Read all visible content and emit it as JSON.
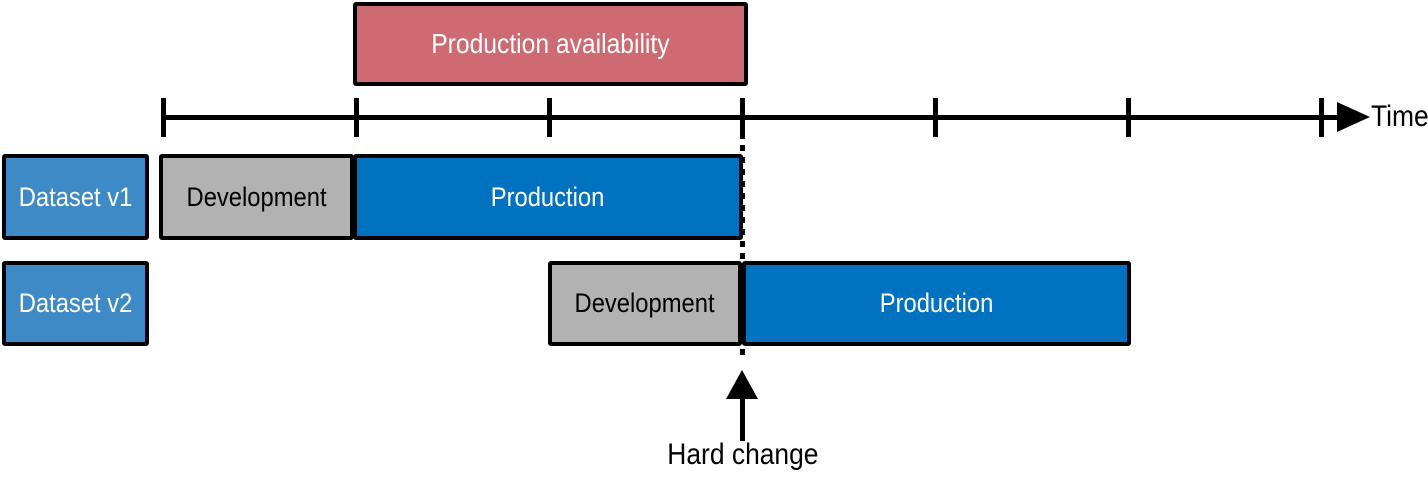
{
  "diagram": {
    "availability_box": {
      "label": "Production availability",
      "aligns_with": "Dataset v1 Production phase"
    },
    "time_axis": {
      "label": "Time",
      "tick_count": 7,
      "arrow_icon": "right-arrowhead"
    },
    "rows": [
      {
        "label": "Dataset v1",
        "phases": [
          {
            "label": "Development",
            "span_ticks": [
              0,
              1
            ]
          },
          {
            "label": "Production",
            "span_ticks": [
              1,
              3
            ]
          }
        ]
      },
      {
        "label": "Dataset v2",
        "phases": [
          {
            "label": "Development",
            "span_ticks": [
              2,
              3
            ]
          },
          {
            "label": "Production",
            "span_ticks": [
              3,
              5
            ]
          }
        ]
      }
    ],
    "hard_change": {
      "label": "Hard change",
      "marker_icons": [
        "dotted-vertical-line",
        "up-arrowhead"
      ],
      "at_tick": 3
    },
    "colors": {
      "availability_red": "#CE6A72",
      "label_blue": "#3E8AC6",
      "production_blue": "#0072BF",
      "development_gray": "#B2B2B2",
      "line_black": "#000000"
    }
  }
}
